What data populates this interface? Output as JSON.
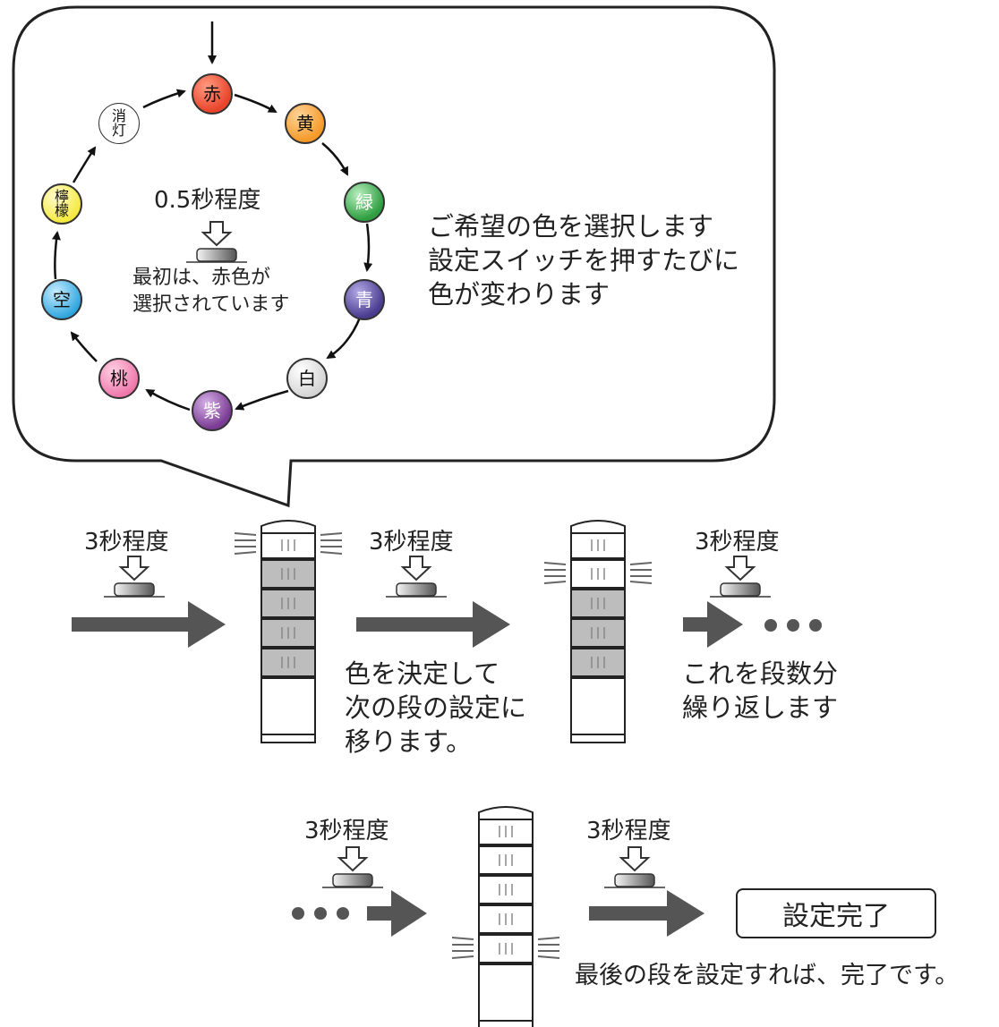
{
  "bubble": {
    "center_time": "0.5秒程度",
    "center_note": "最初は、赤色が\n選択されています",
    "instruction": "ご希望の色を選択します\n設定スイッチを押すたびに\n色が変わります",
    "colors": [
      {
        "label": "赤",
        "fill": "#e8452b"
      },
      {
        "label": "黄",
        "fill": "#f59a2a"
      },
      {
        "label": "緑",
        "fill": "#2e9e3f"
      },
      {
        "label": "青",
        "fill": "#4a3c8f"
      },
      {
        "label": "白",
        "fill": "#f2f2f2"
      },
      {
        "label": "紫",
        "fill": "#7a3b94"
      },
      {
        "label": "桃",
        "fill": "#ee74a8"
      },
      {
        "label": "空",
        "fill": "#2aa3dc"
      },
      {
        "label": "檸檬",
        "fill": "#f5e93a"
      },
      {
        "label": "消灯",
        "fill": "#ffffff"
      }
    ]
  },
  "steps": {
    "t1": "3秒程度",
    "t2": "3秒程度",
    "t3": "3秒程度",
    "t4": "3秒程度",
    "t5": "3秒程度",
    "note_next": "色を決定して\n次の段の設定に\n移ります。",
    "note_repeat": "これを段数分\n繰り返します",
    "complete_label": "設定完了",
    "complete_note": "最後の段を設定すれば、完了です。"
  }
}
